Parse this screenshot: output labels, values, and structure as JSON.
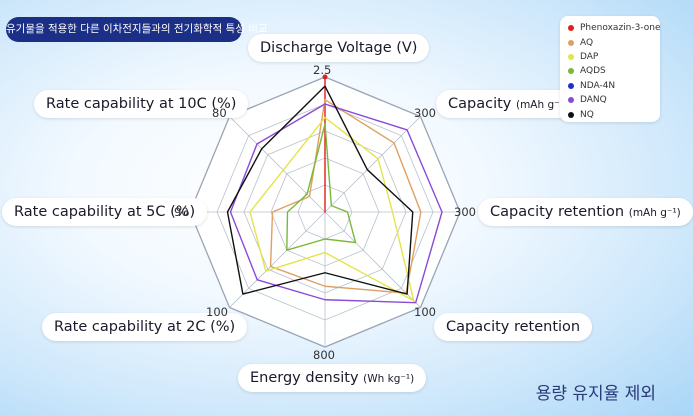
{
  "chart_data": {
    "type": "radar",
    "title": "유기물을 적용한 다른 이차전지들과의 전기화학적 특성 비교",
    "footer": "용량 유지율 제외",
    "axes": [
      {
        "label": "Discharge Voltage (V)",
        "unit": "",
        "tick": "2.5",
        "max": 2.5
      },
      {
        "label": "Capacity",
        "unit": "(mAh g⁻¹)",
        "tick": "300",
        "max": 300
      },
      {
        "label": "Capacity retention",
        "unit": "(mAh g⁻¹)",
        "tick": "300",
        "max": 300
      },
      {
        "label": "Capacity retention",
        "unit": "",
        "tick": "100",
        "max": 100
      },
      {
        "label": "Energy density",
        "unit": "(Wh kg⁻¹)",
        "tick": "800",
        "max": 800
      },
      {
        "label": "Rate capability at 2C (%)",
        "unit": "",
        "tick": "100",
        "max": 100
      },
      {
        "label": "Rate capability at 5C (%)",
        "unit": "",
        "tick": "90",
        "max": 90
      },
      {
        "label": "Rate capability at 10C (%)",
        "unit": "",
        "tick": "80",
        "max": 80
      }
    ],
    "series": [
      {
        "name": "Phenoxazin-3-one",
        "color": "#e0201b",
        "values": [
          2.5,
          0,
          0,
          0,
          0,
          0,
          0,
          0
        ]
      },
      {
        "name": "AQ",
        "color": "#e0a060",
        "values": [
          2.08,
          217,
          213,
          85,
          440,
          57,
          35,
          13
        ]
      },
      {
        "name": "DAP",
        "color": "#e4e44a",
        "values": [
          1.75,
          167,
          150,
          93,
          240,
          62,
          50,
          35
        ]
      },
      {
        "name": "AQDS",
        "color": "#7ab83a",
        "values": [
          1.63,
          20,
          50,
          32,
          160,
          40,
          25,
          15
        ]
      },
      {
        "name": "NDA-4N",
        "color": "#2030c8",
        "values": [
          0,
          0,
          0,
          0,
          0,
          0,
          0,
          0
        ]
      },
      {
        "name": "DANQ",
        "color": "#8a4ad8",
        "values": [
          2.0,
          258,
          260,
          95,
          520,
          71,
          63,
          57
        ]
      },
      {
        "name": "NQ",
        "color": "#111111",
        "values": [
          2.33,
          133,
          195,
          86,
          360,
          86,
          65,
          53
        ]
      }
    ],
    "rings": 5,
    "grid": true,
    "legend_position": "top-right"
  }
}
